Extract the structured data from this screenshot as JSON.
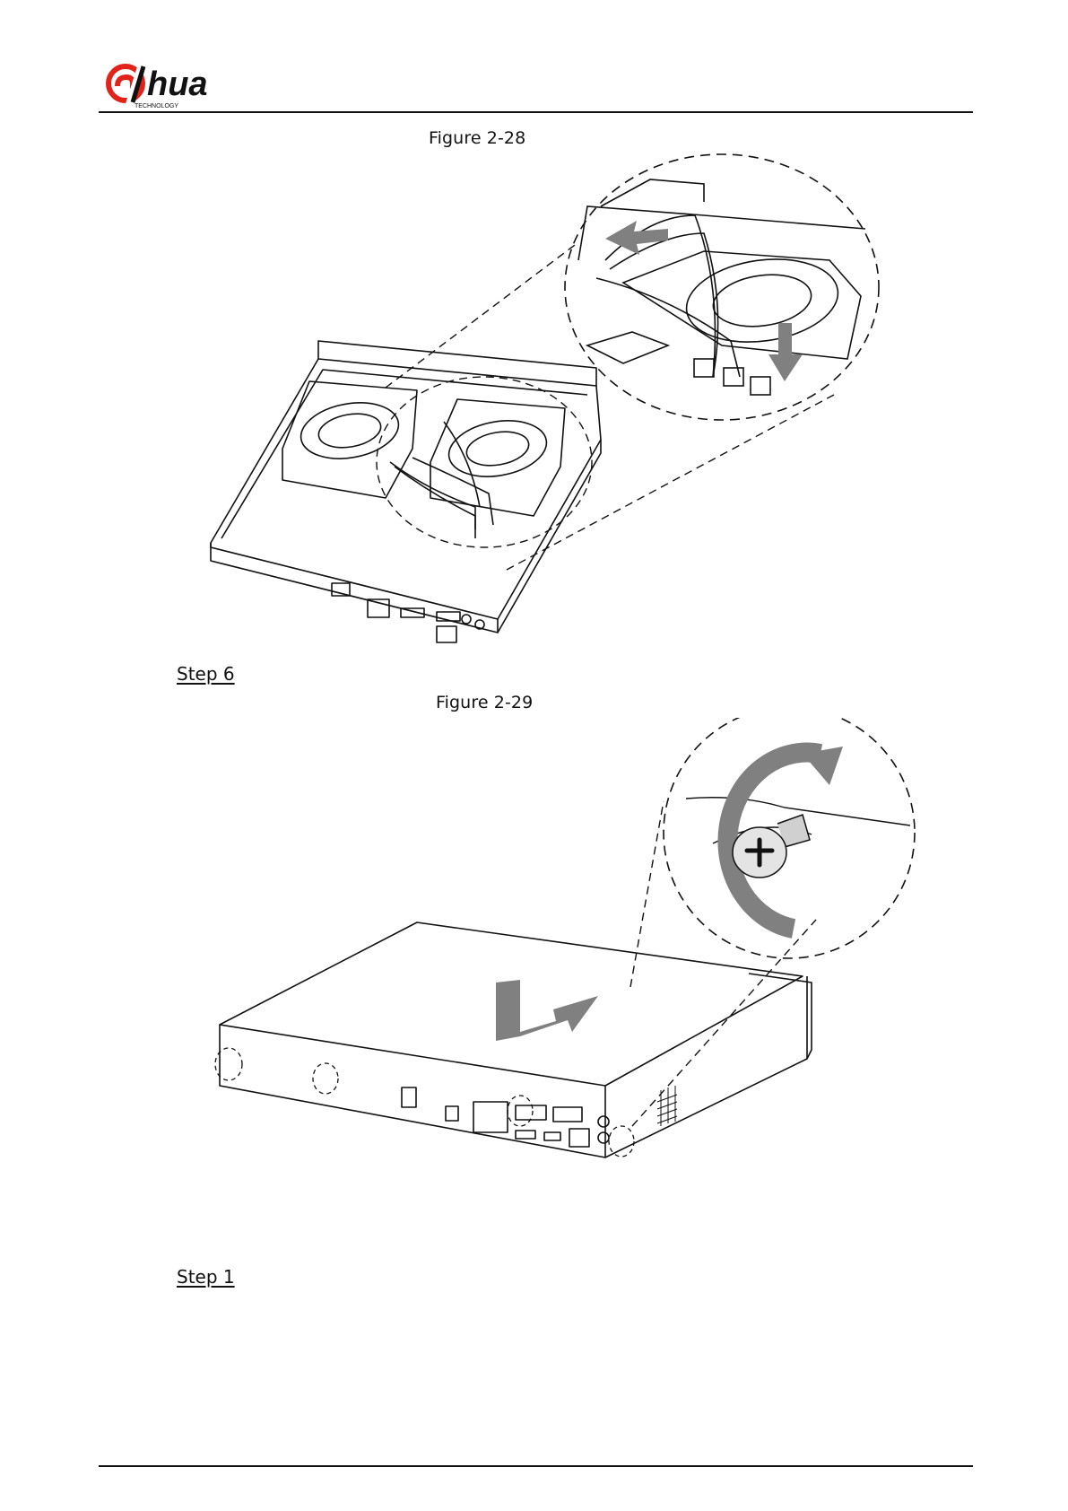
{
  "header": {
    "logo_text": "alhua",
    "logo_subtext": "TECHNOLOGY"
  },
  "figures": [
    {
      "caption": "Figure 2-28"
    },
    {
      "caption": "Figure 2-29"
    }
  ],
  "steps": [
    {
      "label": "Step 6"
    },
    {
      "label": "Step 1"
    }
  ],
  "colors": {
    "brand_red": "#e2231a",
    "ink": "#111111",
    "arrow_gray": "#808080"
  },
  "icons": [
    "dahua-logo",
    "hdd-install-illustration",
    "cover-screw-illustration"
  ]
}
